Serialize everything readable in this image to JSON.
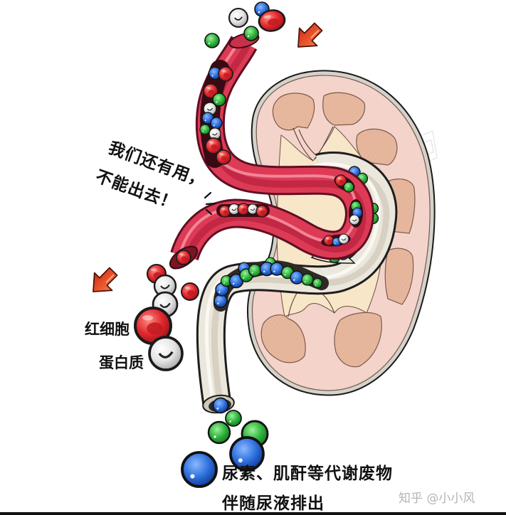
{
  "speech": {
    "line1": "我们还有用，",
    "line2": "不能出去！"
  },
  "labels": {
    "red_blood_cell": "红细胞",
    "protein": "蛋白质"
  },
  "caption": {
    "line1": "尿素、肌酐等代谢废物",
    "line2": "伴随尿液排出"
  },
  "watermark": "知乎 @小小风",
  "palette": {
    "red_cell": "#e0282e",
    "protein": "#e4e4e4",
    "waste_blue": "#2d6fdc",
    "waste_green": "#2fb33d",
    "vessel": "#dd3a55",
    "ureter": "#ebe7dc",
    "kidney_cortex": "#f4d3cb",
    "kidney_pyramid": "#e6b79d",
    "kidney_pelvis": "#f7e6c8",
    "arrow": "#e8502a"
  }
}
